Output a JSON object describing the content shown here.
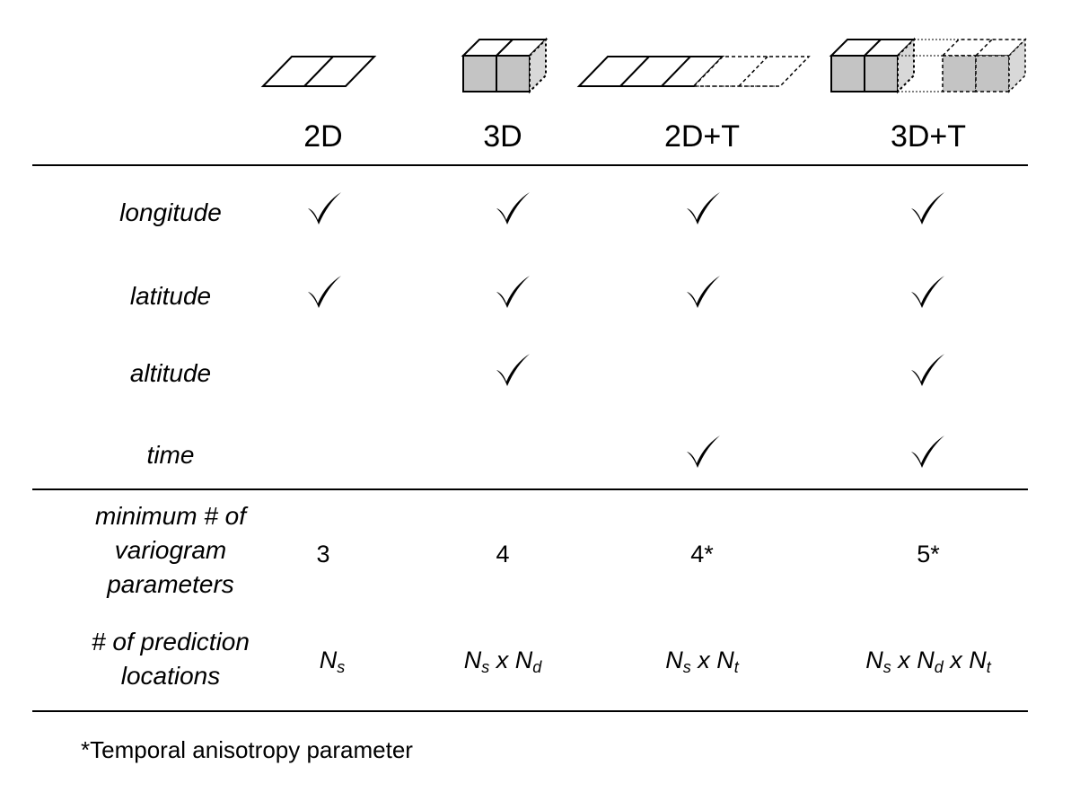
{
  "columns": [
    {
      "key": "2d",
      "label": "2D"
    },
    {
      "key": "3d",
      "label": "3D"
    },
    {
      "key": "2dt",
      "label": "2D+T"
    },
    {
      "key": "3dt",
      "label": "3D+T"
    }
  ],
  "rows": [
    {
      "label": "longitude",
      "checks": [
        true,
        true,
        true,
        true
      ]
    },
    {
      "label": "latitude",
      "checks": [
        true,
        true,
        true,
        true
      ]
    },
    {
      "label": "altitude",
      "checks": [
        false,
        true,
        false,
        true
      ]
    },
    {
      "label": "time",
      "checks": [
        false,
        false,
        true,
        true
      ]
    }
  ],
  "params_row": {
    "label_lines": [
      "minimum # of",
      "variogram",
      "parameters"
    ],
    "values": [
      "3",
      "4",
      "4*",
      "5*"
    ]
  },
  "pred_row": {
    "label_lines": [
      "# of prediction",
      "locations"
    ],
    "values": [
      [
        {
          "t": "N",
          "sub": "s"
        }
      ],
      [
        {
          "t": "N",
          "sub": "s"
        },
        {
          "t": " x "
        },
        {
          "t": "N",
          "sub": "d"
        }
      ],
      [
        {
          "t": "N",
          "sub": "s"
        },
        {
          "t": " x "
        },
        {
          "t": "N",
          "sub": "t"
        }
      ],
      [
        {
          "t": "N",
          "sub": "s"
        },
        {
          "t": " x "
        },
        {
          "t": "N",
          "sub": "d"
        },
        {
          "t": " x "
        },
        {
          "t": "N",
          "sub": "t"
        }
      ]
    ]
  },
  "footnote": "*Temporal anisotropy parameter",
  "colors": {
    "cube_front": "#c4c4c4",
    "cube_side": "#d8d8d8",
    "cube_top": "#ffffff"
  }
}
